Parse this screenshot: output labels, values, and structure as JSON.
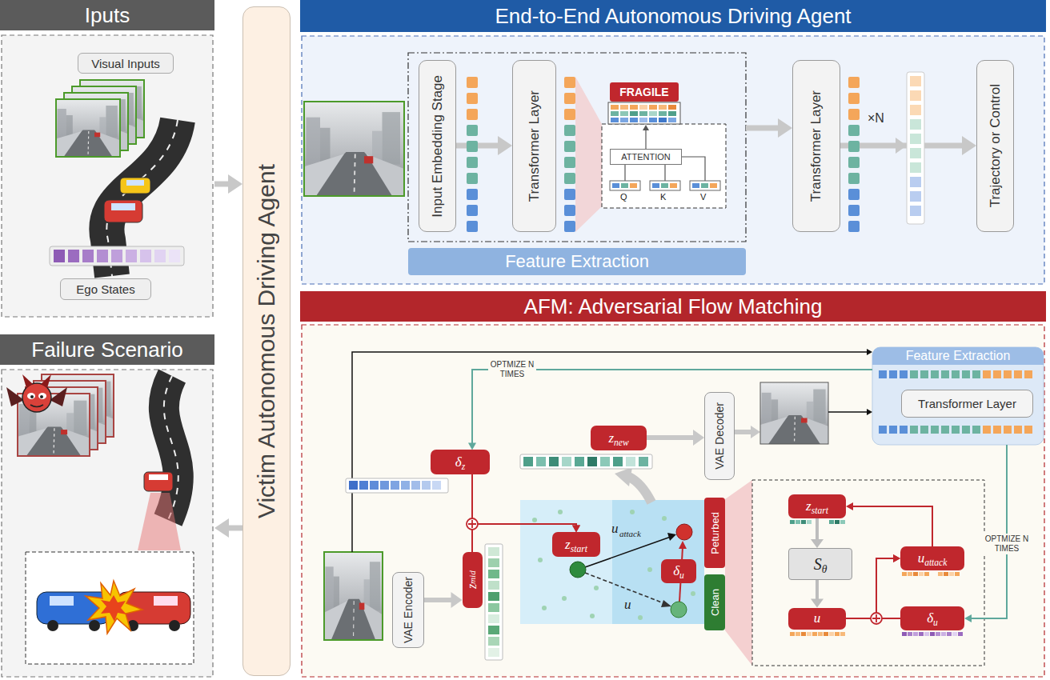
{
  "diagram": {
    "nodes": [
      {
        "text": [
          "Iputs"
        ]
      },
      {
        "text": [
          "Visual Inputs"
        ],
        "in": 0
      },
      {
        "text": [
          "Ego States"
        ],
        "in": 0
      },
      {
        "text": [
          "Failure Scenario"
        ]
      },
      {
        "text": [
          "Victim Autonomous Driving Agent"
        ]
      },
      {
        "text": [
          "End-to-End Autonomous Driving Agent"
        ]
      },
      {
        "text": [
          "Feature Extraction"
        ],
        "in": 5
      },
      {
        "text": [
          "Input Embedding Stage"
        ],
        "in": 6
      },
      {
        "text": [
          "Transformer Layer"
        ],
        "in": 6
      },
      {
        "text": [
          "FRAGILE"
        ],
        "in": 6
      },
      {
        "text": [
          "ATTENTION"
        ],
        "in": 6
      },
      {
        "text": [
          "Transformer Layer"
        ],
        "in": 5
      },
      {
        "text": [
          "Trajectory or Control"
        ],
        "in": 5
      },
      {
        "text": [
          "AFM: Adversarial Flow Matching"
        ]
      },
      {
        "text": [
          "VAE Encoder"
        ],
        "in": 13
      },
      {
        "text": [
          "z",
          "mid"
        ],
        "in": 13
      },
      {
        "text": [
          "δ",
          "z"
        ],
        "in": 13
      },
      {
        "text": [
          "z",
          "start"
        ],
        "in": 13
      },
      {
        "text": [
          "δ",
          "u"
        ],
        "in": 13
      },
      {
        "text": [
          "Peturbed"
        ],
        "in": 13
      },
      {
        "text": [
          "Clean"
        ],
        "in": 13
      },
      {
        "text": [
          "z",
          "new"
        ],
        "in": 13
      },
      {
        "text": [
          "VAE Decoder"
        ],
        "in": 13
      },
      {
        "text": [
          "Feature Extraction"
        ],
        "in": 13
      },
      {
        "text": [
          "Transformer Layer"
        ],
        "in": 23
      },
      {
        "text": [
          "z",
          "start"
        ],
        "in": 13
      },
      {
        "text": [
          "S",
          "θ"
        ],
        "in": 13
      },
      {
        "text": [
          "u"
        ],
        "in": 13
      },
      {
        "text": [
          "u",
          "attack"
        ],
        "in": 13
      },
      {
        "text": [
          "δ",
          "u"
        ],
        "in": 13
      }
    ],
    "edges": [
      {
        "from": 0,
        "to": 4,
        "arrow": "to"
      },
      {
        "from": 4,
        "to": 3,
        "arrow": "to"
      },
      {
        "from": 7,
        "to": 8,
        "arrow": "to"
      },
      {
        "from": 6,
        "to": 11,
        "arrow": "to"
      },
      {
        "from": 11,
        "to": 12,
        "arrow": "to"
      },
      {
        "from": 14,
        "to": 15,
        "arrow": "to"
      },
      {
        "from": 16,
        "to": 17,
        "arrow": "to"
      },
      {
        "from": 15,
        "to": 17,
        "arrow": "to"
      },
      {
        "from": 23,
        "to": 16,
        "arrow": "to",
        "label": "OPTMIZE N TIMES"
      },
      {
        "from": 21,
        "to": 22,
        "arrow": "to"
      },
      {
        "from": 23,
        "to": 29,
        "arrow": "to",
        "label": "OPTMIZE N TIMES"
      },
      {
        "from": 25,
        "to": 26,
        "arrow": "to"
      },
      {
        "from": 26,
        "to": 27,
        "arrow": "to"
      },
      {
        "from": 27,
        "to": 28,
        "arrow": "to"
      },
      {
        "from": 29,
        "to": 28,
        "arrow": "to"
      },
      {
        "from": 28,
        "to": 25,
        "arrow": "to"
      }
    ],
    "labels": [
      "Q",
      "K",
      "V",
      "×N",
      "u",
      "attack",
      "u"
    ]
  }
}
